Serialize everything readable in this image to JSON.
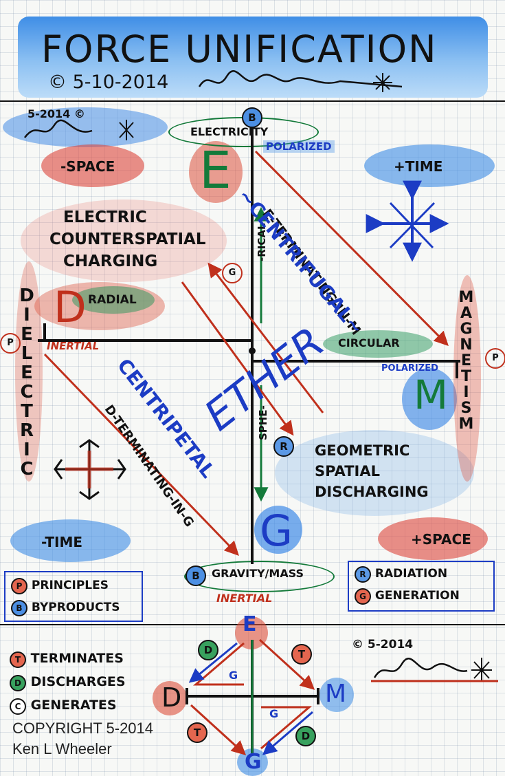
{
  "header": {
    "title": "FORCE UNIFICATION",
    "copyright_symbol": "©",
    "date": "5-10-2014"
  },
  "signature_block": {
    "date": "5-2014",
    "copyright_symbol": "©"
  },
  "quadrants": {
    "top_node_badge": "B",
    "electricity": "ELECTRICITY",
    "polarized_top": "POLARIZED",
    "neg_space": "-SPACE",
    "pos_time": "+TIME",
    "letter_E": "E",
    "letter_D": "D",
    "letter_M": "M",
    "letter_G": "G",
    "electric_list": [
      "ELECTRIC",
      "COUNTERSPATIAL",
      "CHARGING"
    ],
    "radial": "RADIAL",
    "rical": "-RICAL",
    "e_terminating": "E-TERMINATING-IN-M",
    "centrifugal": "~CENTRIFUGAL~",
    "ether": "ETHER",
    "g_badge": "G",
    "dielectric": "DIELECTRIC",
    "magnetism": "MAGNETISM",
    "p_badge": "P",
    "inertial_left": "INERTIAL",
    "circular": "CIRCULAR",
    "polarized_right": "POLARIZED",
    "centripetal": "CENTRIPETAL",
    "d_terminating": "D-TERMINATING-IN-G",
    "sphe": "SPHE-",
    "r_badge": "R",
    "geometric_list": [
      "GEOMETRIC",
      "SPATIAL",
      "DISCHARGING"
    ],
    "neg_time": "-TIME",
    "pos_space": "+SPACE",
    "gravity_badge": "B",
    "gravity": "GRAVITY/MASS",
    "inertial_bottom": "INERTIAL"
  },
  "legend_left": [
    {
      "badge": "P",
      "label": "PRINCIPLES"
    },
    {
      "badge": "B",
      "label": "BYPRODUCTS"
    }
  ],
  "legend_right": [
    {
      "badge": "R",
      "label": "RADIATION"
    },
    {
      "badge": "G",
      "label": "GENERATION"
    }
  ],
  "legend_bottom": [
    {
      "badge": "T",
      "label": "TERMINATES"
    },
    {
      "badge": "D",
      "label": "DISCHARGES"
    },
    {
      "badge": "C",
      "label": "GENERATES"
    }
  ],
  "mini_diagram": {
    "top": "E",
    "left": "D",
    "right": "M",
    "bottom": "G",
    "t_badge": "T",
    "d_badge": "D",
    "g_label": "G"
  },
  "bottom_signature": {
    "copyright_symbol": "©",
    "date": "5-2014"
  },
  "footer": {
    "copyright": "COPYRIGHT 5-2014",
    "author": "Ken L Wheeler"
  },
  "colors": {
    "red": "#c0301c",
    "blue": "#1c3cc4",
    "green": "#147a3a",
    "header_blue": "#3f8ee6"
  }
}
